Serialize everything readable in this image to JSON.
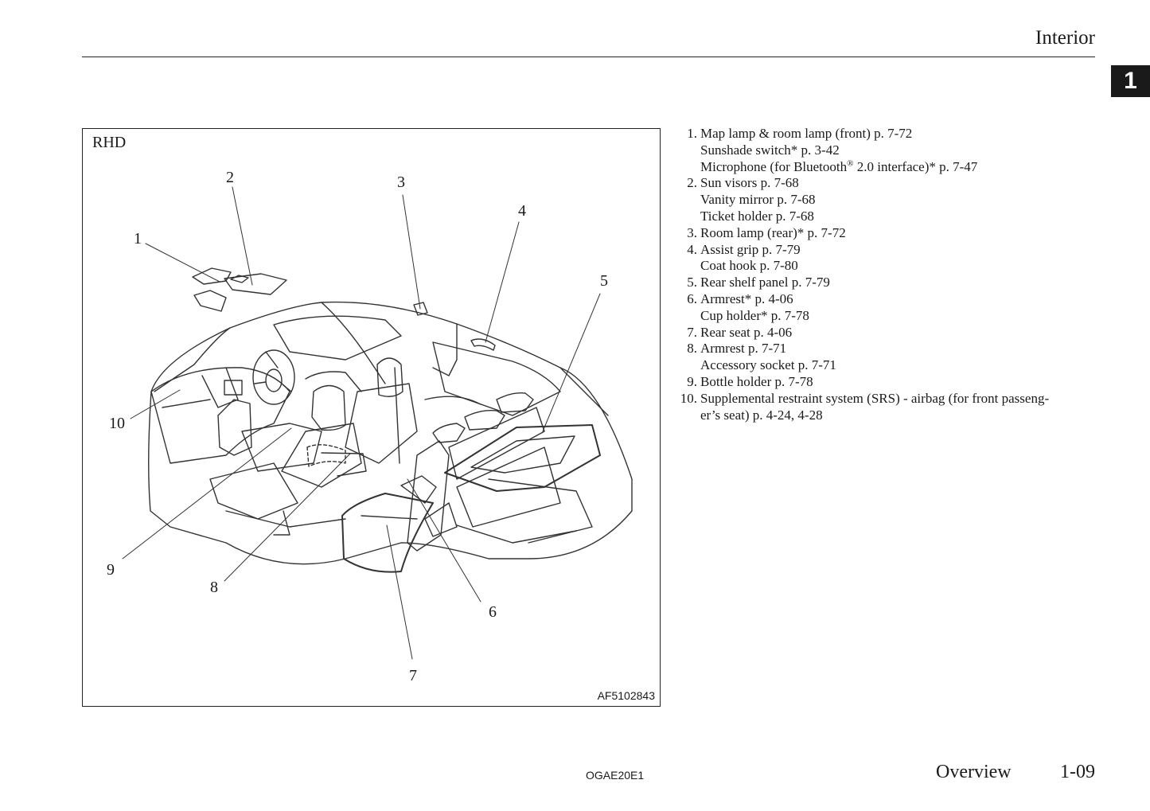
{
  "header": {
    "section_title": "Interior",
    "chapter_number": "1"
  },
  "figure": {
    "variant_label": "RHD",
    "image_code": "AF5102843",
    "callouts": [
      "1",
      "2",
      "3",
      "4",
      "5",
      "6",
      "7",
      "8",
      "9",
      "10"
    ]
  },
  "legend": [
    {
      "number": "1.",
      "lines": [
        "Map lamp & room lamp (front) p. 7-72",
        "Sunshade switch* p. 3-42"
      ],
      "mic": {
        "before": "Microphone (for Bluetooth",
        "sup": "®",
        "after": " 2.0 interface)* p. 7-47"
      }
    },
    {
      "number": "2.",
      "lines": [
        "Sun visors p. 7-68",
        "Vanity mirror p. 7-68",
        "Ticket holder p. 7-68"
      ]
    },
    {
      "number": "3.",
      "lines": [
        "Room lamp (rear)* p. 7-72"
      ]
    },
    {
      "number": "4.",
      "lines": [
        "Assist grip p. 7-79",
        "Coat hook p. 7-80"
      ]
    },
    {
      "number": "5.",
      "lines": [
        "Rear shelf panel p. 7-79"
      ]
    },
    {
      "number": "6.",
      "lines": [
        "Armrest* p. 4-06",
        "Cup holder* p. 7-78"
      ]
    },
    {
      "number": "7.",
      "lines": [
        "Rear seat p. 4-06"
      ]
    },
    {
      "number": "8.",
      "lines": [
        "Armrest p. 7-71",
        "Accessory socket p. 7-71"
      ]
    },
    {
      "number": "9.",
      "lines": [
        "Bottle holder p. 7-78"
      ]
    },
    {
      "number": "10.",
      "lines": [
        "Supplemental restraint system (SRS) - airbag (for front passeng-",
        "er’s seat) p. 4-24, 4-28"
      ]
    }
  ],
  "footer": {
    "doc_code": "OGAE20E1",
    "section": "Overview",
    "page": "1-09"
  }
}
